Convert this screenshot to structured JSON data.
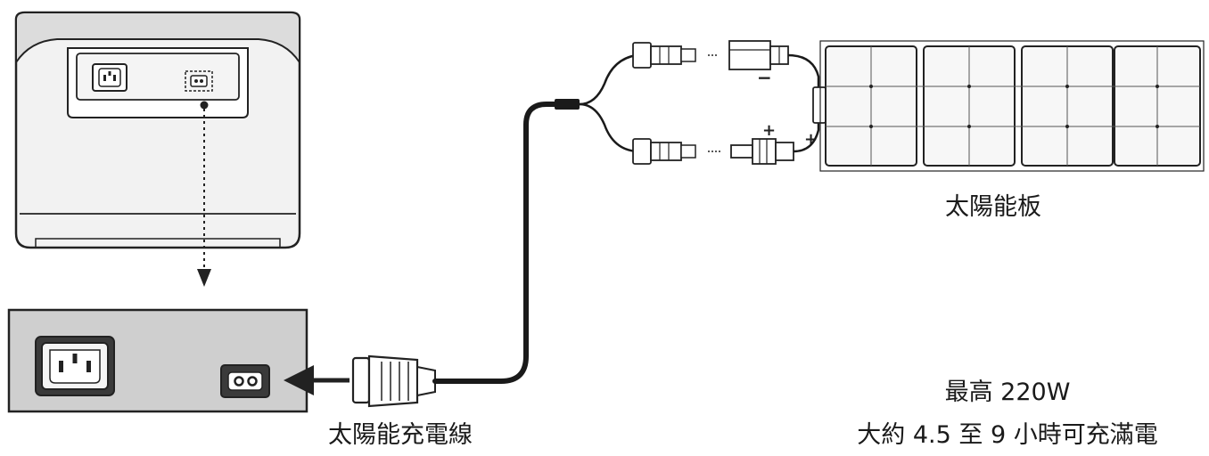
{
  "labels": {
    "solar_panel": "太陽能板",
    "charging_cable": "太陽能充電線",
    "max_power": "最高 220W",
    "charge_time": "大約 4.5 至 9 小時可充滿電"
  },
  "polarity": {
    "minus": "−",
    "plus": "+"
  },
  "colors": {
    "line": "#222222",
    "station_body": "#f2f2f2",
    "station_top": "#dcdcdc",
    "inset_panel": "#cfcfcf",
    "panel_cell": "#f7f7f7"
  },
  "icons": [
    "power-station",
    "ac-socket-icon",
    "dc-input-port-icon",
    "mc4-connector-icon",
    "solar-panel-icon",
    "arrow-left-icon",
    "dotted-arrow-down-icon"
  ]
}
